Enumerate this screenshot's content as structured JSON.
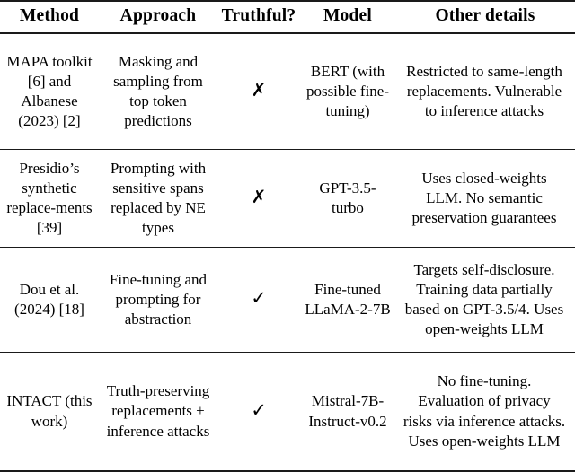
{
  "table": {
    "columns": [
      {
        "key": "method",
        "label": "Method"
      },
      {
        "key": "approach",
        "label": "Approach"
      },
      {
        "key": "truthful",
        "label": "Truthful?"
      },
      {
        "key": "model",
        "label": "Model"
      },
      {
        "key": "other",
        "label": "Other details"
      }
    ],
    "rows": [
      {
        "method": "MAPA toolkit [6] and Albanese (2023) [2]",
        "approach": "Masking and sampling from top token predictions",
        "truthful": "✗",
        "truthful_value": "no",
        "model": "BERT (with possible fine-tuning)",
        "other": "Restricted to same-length replacements. Vulnerable to inference attacks"
      },
      {
        "method": "Presidio’s synthetic replace-ments [39]",
        "approach": "Prompting with sensitive spans replaced by NE types",
        "truthful": "✗",
        "truthful_value": "no",
        "model": "GPT-3.5-turbo",
        "other": "Uses closed-weights LLM. No semantic preservation guarantees"
      },
      {
        "method": "Dou et al. (2024) [18]",
        "approach": "Fine-tuning and prompting for abstraction",
        "truthful": "✓",
        "truthful_value": "yes",
        "model": "Fine-tuned LLaMA-2-7B",
        "other": "Targets self-disclosure. Training data partially based on GPT-3.5/4. Uses open-weights LLM"
      },
      {
        "method": "INTACT (this work)",
        "approach": "Truth-preserving replacements + inference attacks",
        "truthful": "✓",
        "truthful_value": "yes",
        "model": "Mistral-7B-Instruct-v0.2",
        "other": "No fine-tuning. Evaluation of privacy risks via inference attacks. Uses open-weights LLM"
      }
    ]
  },
  "colors": {
    "text": "#000000",
    "rule": "#1a1a1a",
    "background": "#ffffff"
  }
}
